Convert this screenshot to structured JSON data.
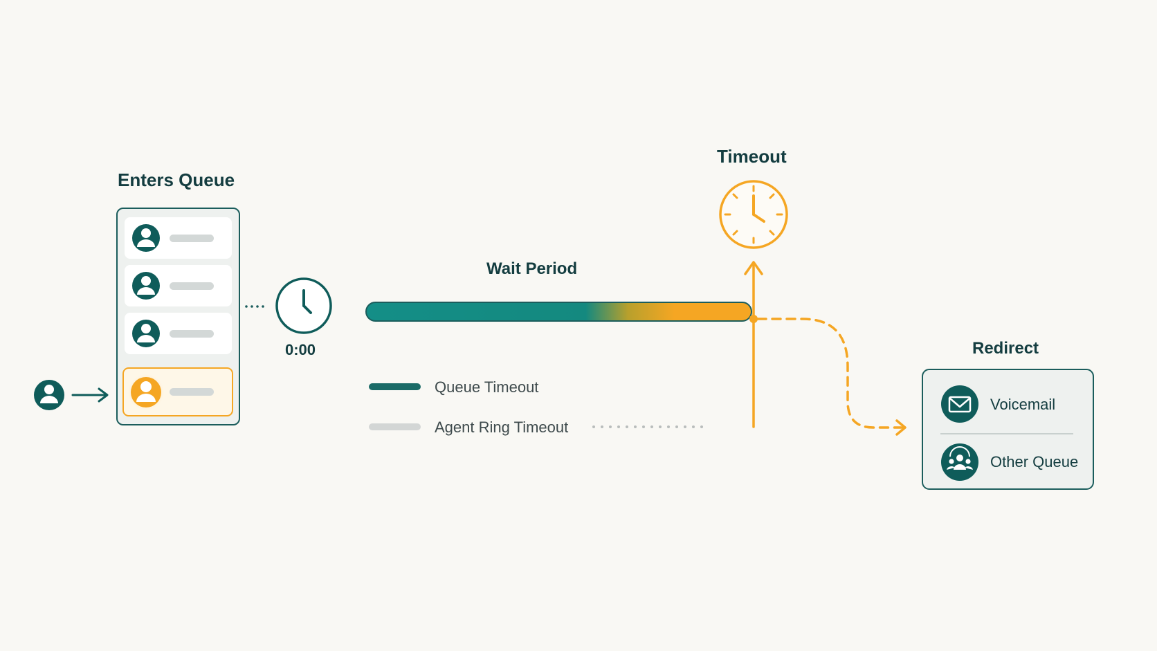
{
  "queue": {
    "title": "Enters Queue"
  },
  "timer": {
    "value": "0:00"
  },
  "wait": {
    "label": "Wait Period"
  },
  "timeout": {
    "label": "Timeout"
  },
  "legend": [
    {
      "label": "Queue Timeout",
      "color": "#1b6b67"
    },
    {
      "label": "Agent Ring Timeout",
      "color": "#d3d6d5"
    }
  ],
  "redirect": {
    "title": "Redirect",
    "options": [
      {
        "label": "Voicemail",
        "icon": "envelope-icon"
      },
      {
        "label": "Other Queue",
        "icon": "group-icon"
      }
    ]
  },
  "colors": {
    "teal": "#0f5c5a",
    "accent": "#f5a623",
    "bar_start": "#148e87"
  }
}
